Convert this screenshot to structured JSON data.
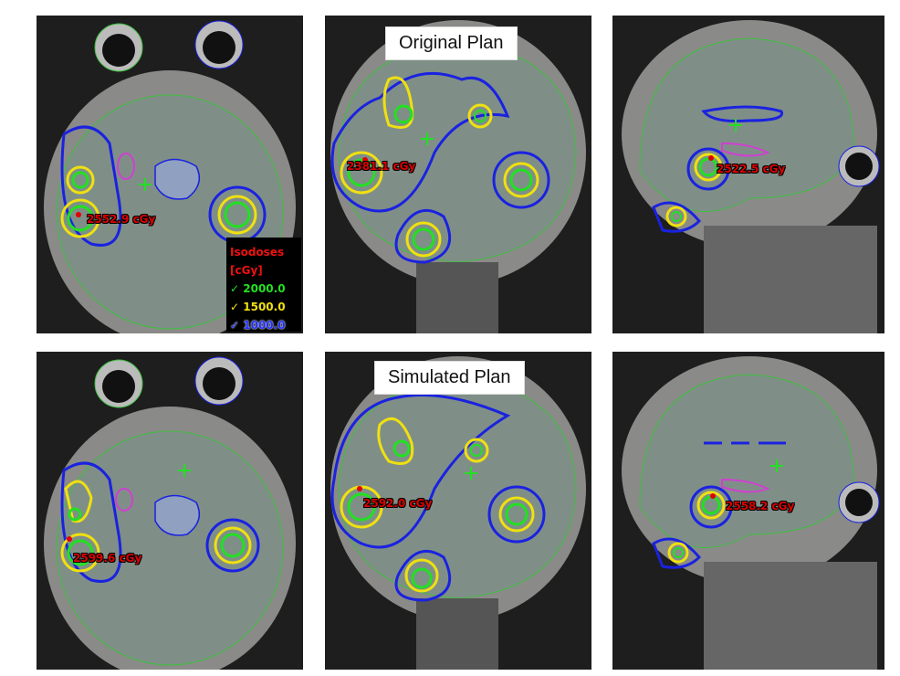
{
  "rows": [
    {
      "label": "Original Plan",
      "doses": [
        "2552.9 cGy",
        "2381.1 cGy",
        "2522.5 cGy"
      ]
    },
    {
      "label": "Simulated Plan",
      "doses": [
        "2599.6 cGy",
        "2592.0 cGy",
        "2558.2 cGy"
      ]
    }
  ],
  "legend": {
    "title": "Isodoses [cGy]",
    "items": [
      {
        "check": "✓",
        "value": "2000.0",
        "color": "#22e022"
      },
      {
        "check": "✓",
        "value": "1500.0",
        "color": "#f0e010"
      },
      {
        "check": "✓",
        "value": "1000.0",
        "color": "#2030ff"
      }
    ]
  },
  "colors": {
    "iso2000": "#22e022",
    "iso1500": "#f0e010",
    "iso1000": "#1a22e0",
    "outline": "#3fbf3f",
    "structure": "#d040d0",
    "hotspot": "#e00000"
  }
}
